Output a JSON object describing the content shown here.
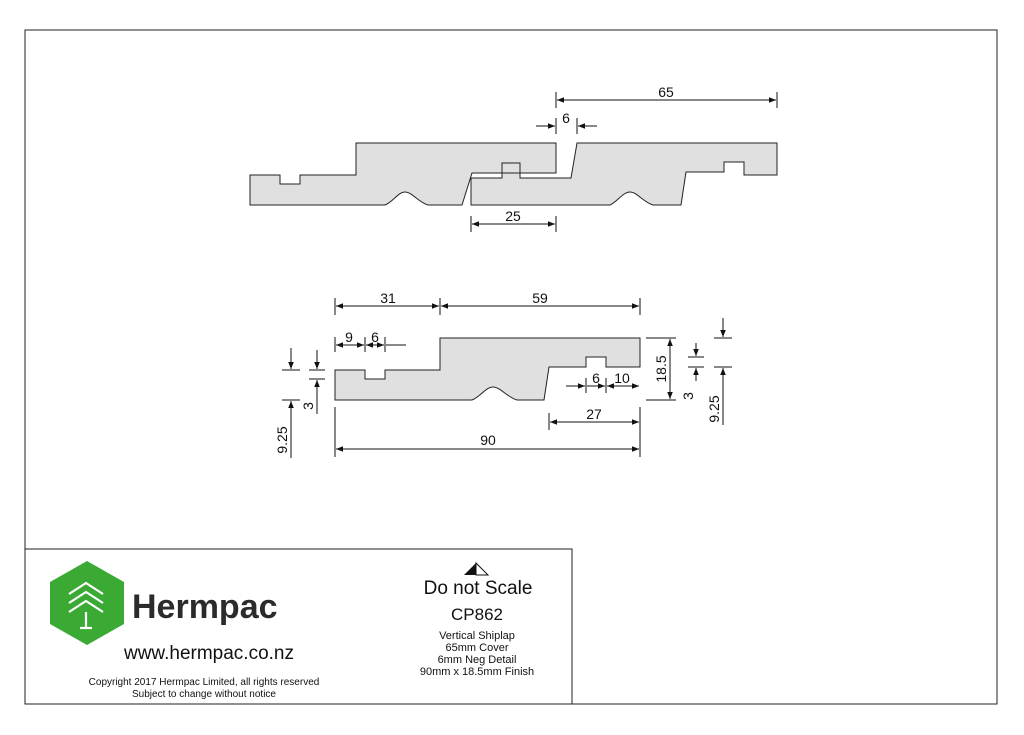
{
  "drawing": {
    "assembly_dimensions": {
      "cover": "65",
      "gap": "6",
      "overlap": "25"
    },
    "profile_dimensions": {
      "left_step": "31",
      "right_step": "59",
      "groove_offset": "9",
      "groove_width": "6",
      "overall_width": "90",
      "thickness": "18.5",
      "right_groove_width": "6",
      "right_groove_offset": "10",
      "tongue_length": "27",
      "left_depth": "3",
      "left_height": "9.25",
      "right_depth": "3",
      "right_height": "9.25"
    }
  },
  "title_block": {
    "brand_name": "Hermpac",
    "website": "www.hermpac.co.nz",
    "copyright": "Copyright 2017 Hermpac Limited, all rights reserved",
    "notice": "Subject to change without notice",
    "scale_note": "Do not Scale",
    "product_code": "CP862",
    "description": [
      "Vertical Shiplap",
      "65mm Cover",
      "6mm Neg Detail",
      "90mm x 18.5mm Finish"
    ],
    "logo_color": "#3aaa35"
  }
}
